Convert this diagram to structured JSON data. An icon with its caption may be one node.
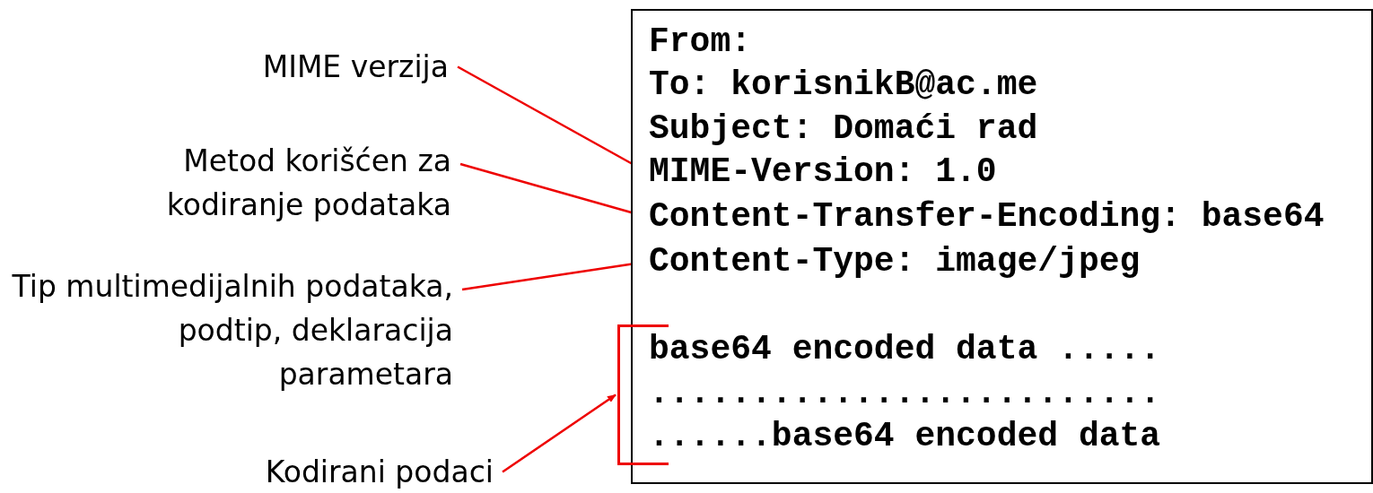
{
  "diagram": {
    "nodes": [
      {
        "text": [
          "MIME verzija"
        ]
      },
      {
        "text": [
          "Metod korišćen za kodiranje podataka"
        ]
      },
      {
        "text": [
          "Tip multimedijalnih podataka, podtip, deklaracija parametara"
        ]
      },
      {
        "text": [
          "Kodirani podaci"
        ]
      },
      {
        "text": [],
        "shape": "box"
      },
      {
        "text": [
          "From:"
        ],
        "in": 4
      },
      {
        "text": [
          "To: korisnikB@ac.me"
        ],
        "in": 4
      },
      {
        "text": [
          "Subject: Domaći rad"
        ],
        "in": 4
      },
      {
        "text": [
          "MIME-Version: 1.0"
        ],
        "in": 4
      },
      {
        "text": [
          "Content-Transfer-Encoding: base64"
        ],
        "in": 4
      },
      {
        "text": [
          "Content-Type: image/jpeg"
        ],
        "in": 4
      },
      {
        "text": [
          "base64 encoded data ....."
        ],
        "in": 4
      },
      {
        "text": [
          "........................."
        ],
        "in": 4
      },
      {
        "text": [
          "......base64 encoded data"
        ],
        "in": 4
      },
      {
        "text": [],
        "shape": "bracket"
      }
    ],
    "edges": [
      {
        "from": 0,
        "to": 8,
        "arrow": "to"
      },
      {
        "from": 1,
        "to": 9,
        "arrow": "to"
      },
      {
        "from": 2,
        "to": 10,
        "arrow": "to"
      },
      {
        "from": 3,
        "to": 14,
        "arrow": "to"
      }
    ]
  }
}
